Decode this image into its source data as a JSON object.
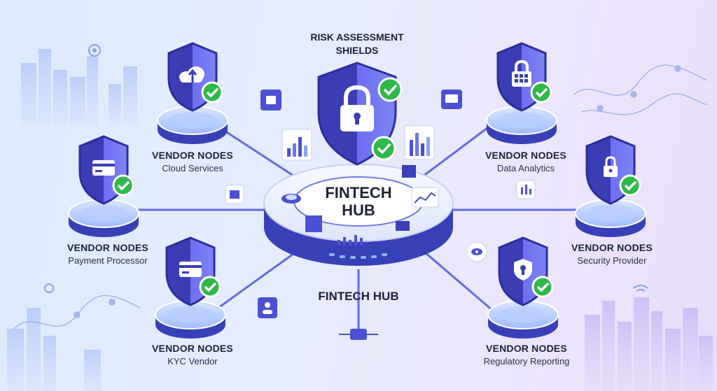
{
  "heading": {
    "line1": "RISK ASSESSMENT",
    "line2": "SHIELDS"
  },
  "hub": {
    "line1": "FINTECH",
    "line2": "HUB",
    "caption": "FINTECH HUB"
  },
  "vendors": [
    {
      "title": "VENDOR NODES",
      "subtitle": "Cloud Services",
      "icon": "cloud-upload-icon"
    },
    {
      "title": "VENDOR NODES",
      "subtitle": "Payment Processor",
      "icon": "card-icon"
    },
    {
      "title": "VENDOR NODES",
      "subtitle": "KYC Vendor",
      "icon": "card-icon"
    },
    {
      "title": "VENDOR NODES",
      "subtitle": "Data Analytics",
      "icon": "keypad-lock-icon"
    },
    {
      "title": "VENDOR NODES",
      "subtitle": "Security Provider",
      "icon": "lock-icon"
    },
    {
      "title": "VENDOR NODES",
      "subtitle": "Regulatory Reporting",
      "icon": "keyhole-icon"
    }
  ],
  "colors": {
    "shield_dark": "#3b3fb8",
    "shield_light": "#6f76f0",
    "check_green": "#2fb84a",
    "hub_ring": "#4a55d6",
    "node_platform": "#8fb2ff"
  }
}
